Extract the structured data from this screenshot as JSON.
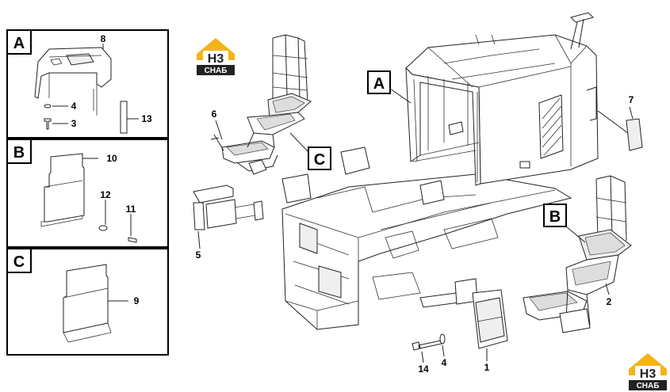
{
  "logo": {
    "top_text": "H3",
    "bottom_text": "CHAБ",
    "color_gold": "#f2b417",
    "color_dark": "#222222"
  },
  "panels": [
    {
      "letter": "A",
      "parts": [
        "8",
        "4",
        "3",
        "13"
      ]
    },
    {
      "letter": "B",
      "parts": [
        "10",
        "12",
        "11"
      ]
    },
    {
      "letter": "C",
      "parts": [
        "9"
      ]
    }
  ],
  "main_labels": {
    "A": "A",
    "B": "B",
    "C": "C",
    "p1": "1",
    "p2": "2",
    "p4": "4",
    "p5": "5",
    "p6": "6",
    "p7": "7",
    "p14": "14"
  }
}
